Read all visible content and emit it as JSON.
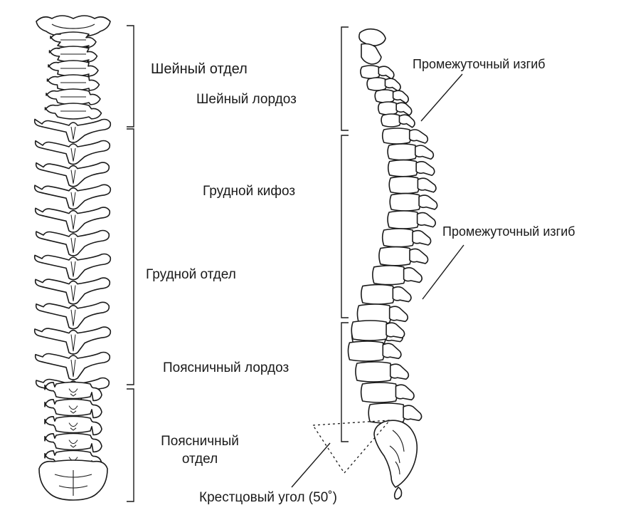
{
  "labels": {
    "cervical_section": "Шейный отдел",
    "cervical_lordosis": "Шейный лордоз",
    "thoracic_kyphosis": "Грудной кифоз",
    "thoracic_section": "Грудной отдел",
    "lumbar_lordosis": "Поясничный лордоз",
    "lumbar_section_line1": "Поясничный",
    "lumbar_section_line2": "отдел",
    "transition_upper": "Промежуточный изгиб",
    "transition_lower": "Промежуточный изгиб",
    "sacral_angle": "Крестцовый угол (50˚)"
  },
  "colors": {
    "line": "#1a1a1a",
    "bone_fill": "#ffffff"
  }
}
